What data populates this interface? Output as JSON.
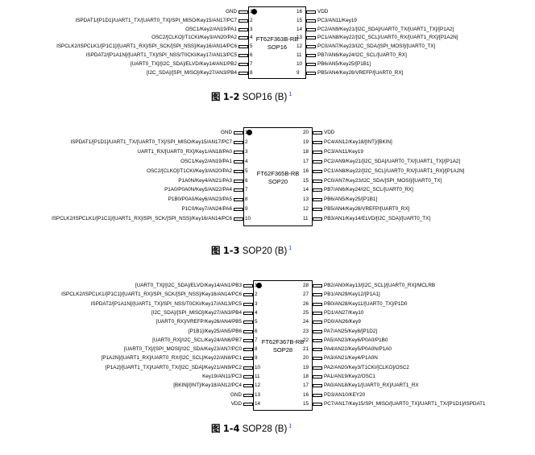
{
  "packages": [
    {
      "chip": "FT62F363B-RB",
      "package": "SOP16",
      "caption": {
        "fig": "图",
        "num": "1-2",
        "text": "SOP16 (B)",
        "ref": "1"
      },
      "left": [
        "GND",
        "ISPDAT1/[P1D1]/UART1_TX/[UART0_TX]/SPI_MISO/Key15/AN17/PC7",
        "OSC1/Key2/AN19/PA1",
        "OSC2/[CLKO]/T1CKI/Key3/AN20/PA2",
        "ISPCLK2/ISPCLK1/[P1C1]/[UART1_RX]/SPI_SCK/[SPI_NSS]/Key16/AN14/PC6",
        "ISPDAT2/[P1A1N]/[UART1_TX]/SPI_NSS/T0CKI/Key17/AN13/PC5",
        "[UART0_TX]/[I2C_SDA]/ELVD/Key14/AN1/PB2",
        "[I2C_SDA]/[SPI_MISO]/Key27/AN3/PB4"
      ],
      "right": [
        "VDD",
        "PC3/AN11/Key19",
        "PC2/AN9/Key21/[I2C_SDA]/UART0_TX/[UART1_TX]/[P1A2]",
        "PC1/AN8/Key22/[I2C_SCL]/UART0_RX/[UART1_RX]/[P1A2N]",
        "PC0/AN7/Key23/I2C_SDA/[SPI_MOSI]/[UART0_TX]",
        "PB7/AN6/Key24/I2C_SCL/[UART0_RX]",
        "PB6/AN5/Key25/[P1B1]",
        "PB5/AN4/Key26/VREFP/[UART0_RX]"
      ]
    },
    {
      "chip": "FT62F365B-RB",
      "package": "SOP20",
      "caption": {
        "fig": "图",
        "num": "1-3",
        "text": "SOP20 (B)",
        "ref": "1"
      },
      "left": [
        "GND",
        "ISPDAT1/[P1D1]/UART1_TX/[UART0_TX]/SPI_MISO/Key15/AN17/PC7",
        "UART1_RX/[UART0_RX]/Key1/AN18/PA0",
        "OSC1/Key2/AN19/PA1",
        "OSC2/[CLKO]/T1CKI/Key3/AN20/PA2",
        "P1A0N/Key4/AN21/PA3",
        "P1A0/P0A0N/Key5/AN22/PA4",
        "P1B0/P0A0/Key6/AN23/PA5",
        "P1C0/Key7/AN24/PA6",
        "ISPCLK2/ISPCLK1/[P1C1]/[UART1_RX]/SPI_SCK/[SPI_NSS]/Key16/AN14/PC6"
      ],
      "right": [
        "VDD",
        "PC4/AN12/Key18/[INT]/[BKIN]",
        "PC3/AN11/Key19",
        "PC2/AN9/Key21/[I2C_SDA]/UART0_TX/[UART1_TX]/[P1A2]",
        "PC1/AN8/Key22/[I2C_SCL]/UART0_RX/[UART1_RX]/[P1A2N]",
        "PC0/AN7/Key23/I2C_SDA/[SPI_MOSI]/[UART0_TX]",
        "PB7/AN6/Key24/I2C_SCL/[UART0_RX]",
        "PB6/AN5/Key25/[P1B1]",
        "PB5/AN4/Key26/VREFP/[UART0_RX]",
        "PB3/AN1/Key14/ELVD/[I2C_SDA]/[UART0_TX]"
      ]
    },
    {
      "chip": "FT62F367B-RB",
      "package": "SOP28",
      "caption": {
        "fig": "图",
        "num": "1-4",
        "text": "SOP28 (B)",
        "ref": "1"
      },
      "left": [
        "[UART0_TX]/[I2C_SDA]/ELVD/Key14/AN1/PB3",
        "ISPCLK2/ISPCLK1/[P1C1]/[UART1_RX]/SPI_SCK/[SPI_NSS]/Key16/AN14/PC6",
        "ISPDAT2/[P1A1N]/[UART1_TX]/SPI_NSS/T0CKI/Key17/AN13/PC5",
        "[I2C_SDA]/[SPI_MISO]/Key27/AN3/PB4",
        "[UART0_RX]/VREFP/Key26/AN4/PB5",
        "[P1B1]/Key25/AN5/PB6",
        "[UART0_RX]/I2C_SCL/Key24/AN6/PB7",
        "[UART0_TX]/[SPI_MOSI]/I2C_SDA/Key23/AN7/PC0",
        "[P1A2N]/[UART1_RX]/UART0_RX/[I2C_SCL]/Key22/AN8/PC1",
        "[P1A2]/[UART1_TX]/UART0_TX/[I2C_SDA]/Key21/AN9/PC2",
        "Key19/AN11/PC3",
        "[BKIN]/[INT]/Key18/AN12/PC4",
        "GND",
        "VDD"
      ],
      "right": [
        "PB2/AN0/Key13/[I2C_SCL]/[UART0_RX]/MCLRB",
        "PB1/AN29/Key12/[P1A1]",
        "PB0/AN28/Key11/[UART0_TX]/P1D0",
        "PD1/AN27/Key10",
        "PD0/AN26/Key9",
        "PA7/AN25/Key8/[P1D2]",
        "PA5/AN23/Key6/P0A0/P1B0",
        "PA4/AN22/Key5/P0A0N/P1A0",
        "PA3/AN21/Key4/P1A0N",
        "PA2/AN20/Key3/T1CKI/[CLKO]/OSC2",
        "PA1/AN19/Key2/OSC1",
        "PA0/AN18/Key1/[UART0_RX]/UART1_RX",
        "PD3/AN10/KEY20",
        "PC7/AN17/Key15/SPI_MISO/[UART0_TX]/UART1_TX/[P1D1]/ISPDAT1"
      ]
    }
  ]
}
